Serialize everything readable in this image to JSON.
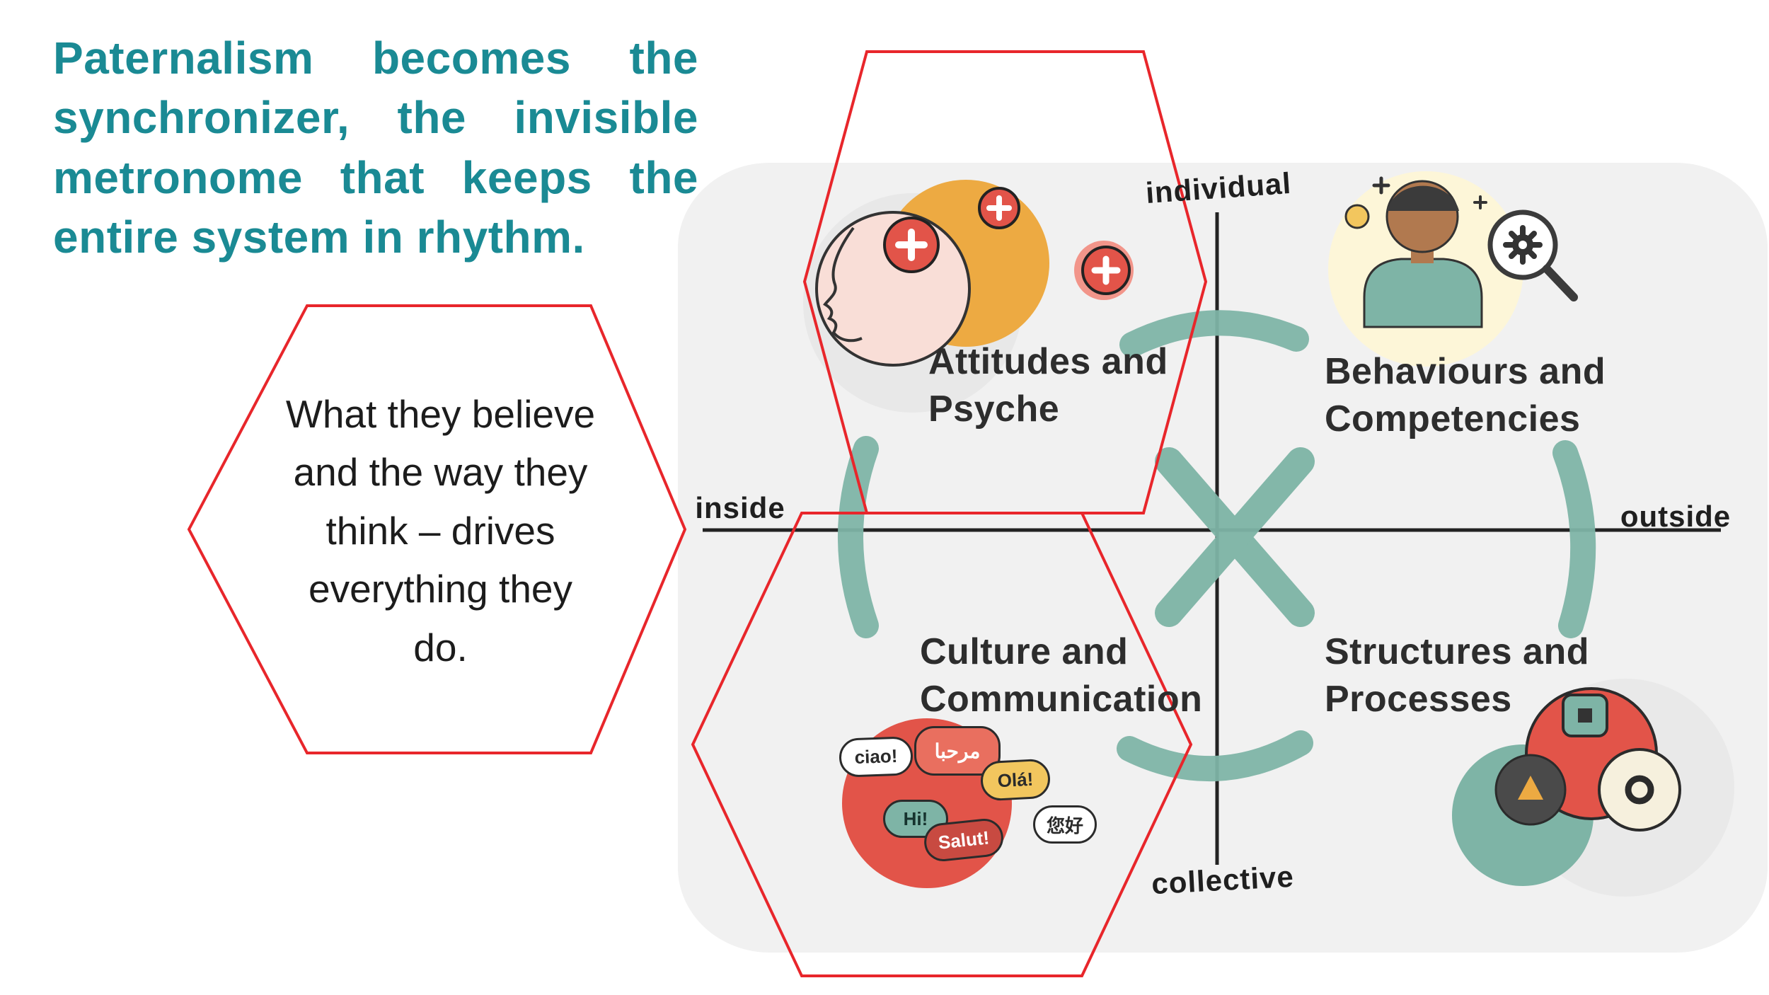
{
  "heading": {
    "text": "Paternalism becomes the synchronizer, the invisible metronome that keeps the entire system in rhythm."
  },
  "note": {
    "text": "What they believe and the way they think – drives everything they do."
  },
  "diagram": {
    "axes": {
      "top": "individual",
      "bottom": "collective",
      "left": "inside",
      "right": "outside"
    },
    "quadrants": [
      {
        "id": "top-left",
        "label": "Attitudes and Psyche"
      },
      {
        "id": "top-right",
        "label": "Behaviours and Competencies"
      },
      {
        "id": "bottom-left",
        "label": "Culture and Communication"
      },
      {
        "id": "bottom-right",
        "label": "Structures and Processes"
      }
    ],
    "bubbles": [
      "ciao!",
      "مرحبا",
      "Olá!",
      "Hi!",
      "Salut!",
      "您好"
    ]
  },
  "colors": {
    "teal_heading": "#1a8a94",
    "hexagon_red": "#e8262b",
    "diagram_teal": "#7eb4a6",
    "blob_gray": "#f1f1f1",
    "accent_red": "#e25449",
    "accent_orange": "#edaa42",
    "accent_yellow": "#f2c65e",
    "pale_yellow": "#fdf6d8",
    "face_pink": "#f9ded7",
    "skin_brown": "#b1794f",
    "ink": "#2b2b2b"
  }
}
